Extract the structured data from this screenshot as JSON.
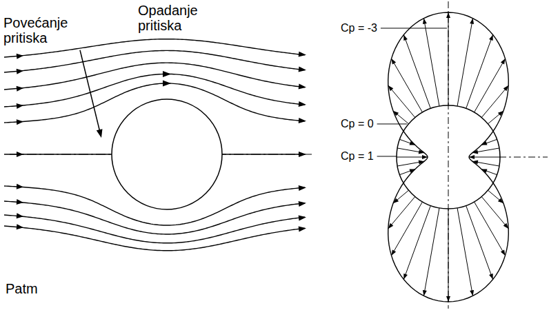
{
  "diagram": {
    "labels": [
      "Povećanje pritiska",
      "Opadanje pritiska",
      "Patm",
      "Cp = -3",
      "Cp = 0",
      "Cp = 1"
    ]
  }
}
